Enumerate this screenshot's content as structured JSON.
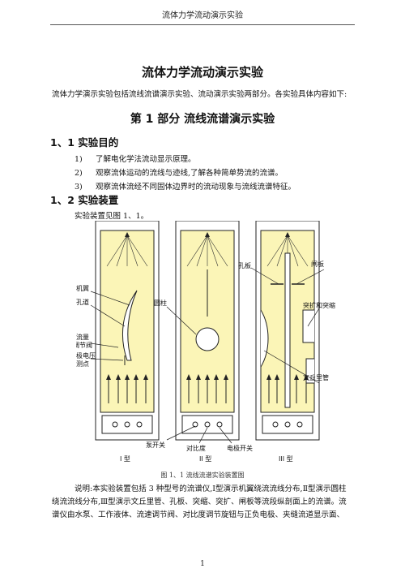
{
  "header": {
    "text": "流体力学流动演示实验"
  },
  "title": "流体力学流动演示实验",
  "intro": "流体力学演示实验包括流线流谱演示实验、流动演示实验两部分。各实验具体内容如下:",
  "part1": {
    "title": "第 1 部分  流线流谱演示实验"
  },
  "section1": {
    "title": "1、1  实验目的",
    "items": [
      {
        "num": "1)",
        "text": "了解电化学法流动显示原理。"
      },
      {
        "num": "2)",
        "text": "观察流体运动的流线与迹线,了解各种简单势流的流谱。"
      },
      {
        "num": "3)",
        "text": "观察流体流经不同固体边界时的流动现象与流线流谱特征。"
      }
    ]
  },
  "section2": {
    "title": "1、2  实验装置",
    "text": "实验装置见图 1、1。"
  },
  "figure": {
    "labels": {
      "wing": "机翼",
      "slot": "孔道",
      "flow_valve_1": "流量",
      "flow_valve_2": "调节阀",
      "electrode_1": "电极电压",
      "electrode_2": "测点",
      "cylinder": "圆柱",
      "orifice": "孔板",
      "gate": "闸板",
      "expand": "突扩和突缩",
      "venturi": "文丘里管",
      "pump_switch": "泵开关",
      "contrast": "对比度",
      "polarity": "电极开关",
      "type1": "I 型",
      "type2": "II 型",
      "type3": "III 型"
    },
    "colors": {
      "fluid": "#fbf5b7",
      "frame": "#222222"
    },
    "caption": "图 1、1  流线流谱实验装置图"
  },
  "description": {
    "lines": [
      "说明:本实验装置包括 3 种型号的流谱仪,Ⅰ型演示机翼绕流流线分布,Ⅱ型演示圆柱",
      "绕流流线分布,Ⅲ型演示文丘里管、孔板、突缩、突扩、闸板等流段纵剖面上的流谱。流",
      "谱仪由水泵、工作液体、流速调节阀、对比度调节旋钮与正负电极、夹缝流道显示面、"
    ]
  },
  "page_number": "1"
}
